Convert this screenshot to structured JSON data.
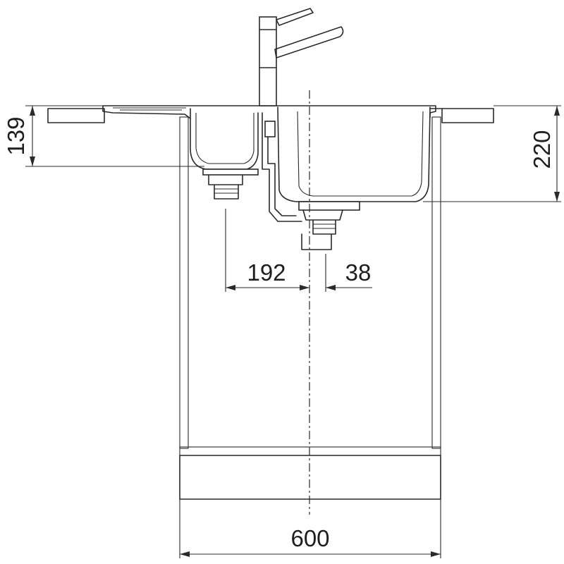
{
  "dimensions": {
    "cabinet_width": "600",
    "small_bowl_depth": "139",
    "large_bowl_depth": "220",
    "small_drain_offset": "192",
    "large_drain_offset": "38"
  }
}
